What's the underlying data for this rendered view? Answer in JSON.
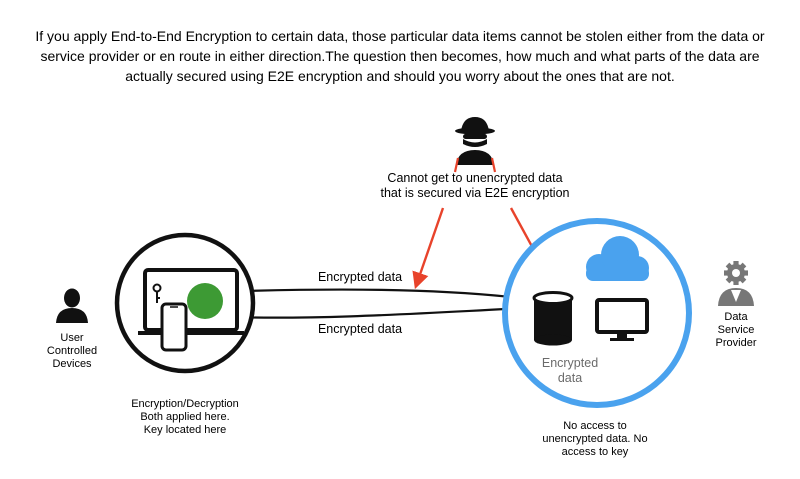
{
  "intro_text": "If you apply End-to-End Encryption to certain data, those particular data items cannot be stolen either from the data or service provider or en route in either direction.The question then becomes, how much and what parts of the data are actually secured using E2E encryption and should you worry about the ones that are not.",
  "attacker": {
    "icon": "hacker-icon",
    "caption_line1": "Cannot get to unencrypted data",
    "caption_line2": "that is secured via E2E encryption"
  },
  "links": {
    "top_label": "Encrypted data",
    "bottom_label": "Encrypted data"
  },
  "user": {
    "icon": "user-icon",
    "label_line1": "User",
    "label_line2": "Controlled",
    "label_line3": "Devices",
    "note_line1": "Encryption/Decryption",
    "note_line2": "Both applied here.",
    "note_line3": "Key located here"
  },
  "provider": {
    "icon": "gear-person-icon",
    "label_line1": "Data",
    "label_line2": "Service",
    "label_line3": "Provider",
    "store_label_line1": "Encrypted",
    "store_label_line2": "data",
    "note_line1": "No access to",
    "note_line2": "unencrypted data. No",
    "note_line3": "access to key"
  },
  "colors": {
    "arrow_red": "#e8432b",
    "circle_blue": "#4aa2ee",
    "cloud_blue": "#4aa2ee",
    "key_green": "#3d9a34",
    "line_black": "#111111",
    "store_caption_gray": "#6b6b6b"
  }
}
